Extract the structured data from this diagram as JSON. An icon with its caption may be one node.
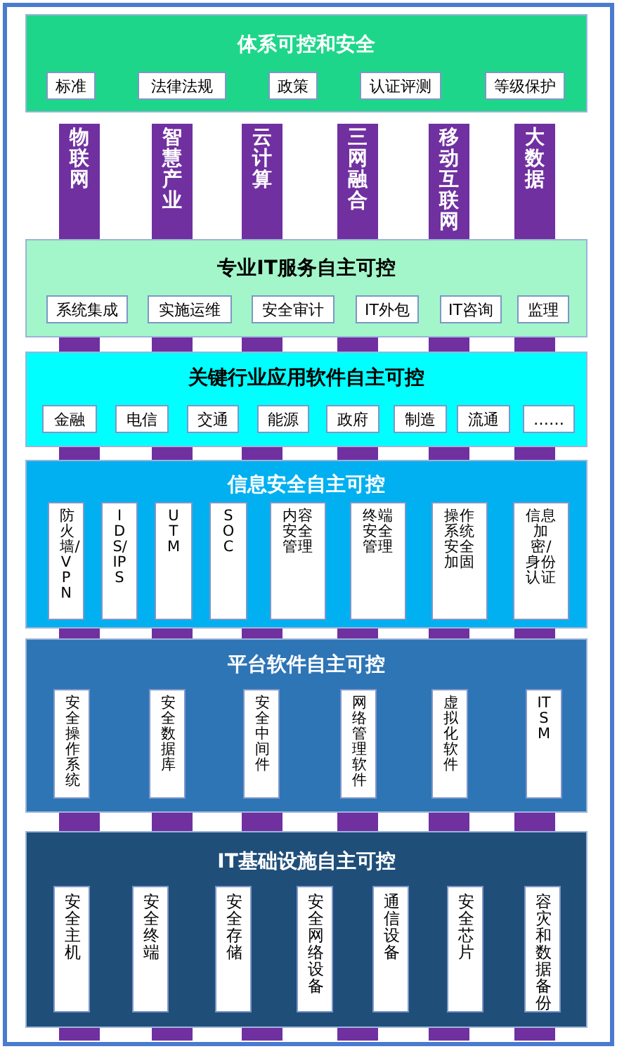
{
  "diagram": {
    "nodes": [
      {
        "text": [
          "体系可控和安全"
        ]
      },
      {
        "text": [
          "标准"
        ],
        "in": 0
      },
      {
        "text": [
          "法律法规"
        ],
        "in": 0
      },
      {
        "text": [
          "政策"
        ],
        "in": 0
      },
      {
        "text": [
          "认证评测"
        ],
        "in": 0
      },
      {
        "text": [
          "等级保护"
        ],
        "in": 0
      },
      {
        "text": [
          "物联网"
        ]
      },
      {
        "text": [
          "智慧产业"
        ]
      },
      {
        "text": [
          "云计算"
        ]
      },
      {
        "text": [
          "三网融合"
        ]
      },
      {
        "text": [
          "移动互联网"
        ]
      },
      {
        "text": [
          "大数据"
        ]
      },
      {
        "text": [
          "专业IT服务自主可控"
        ]
      },
      {
        "text": [
          "系统集成"
        ],
        "in": 12
      },
      {
        "text": [
          "实施运维"
        ],
        "in": 12
      },
      {
        "text": [
          "安全审计"
        ],
        "in": 12
      },
      {
        "text": [
          "IT外包"
        ],
        "in": 12
      },
      {
        "text": [
          "IT咨询"
        ],
        "in": 12
      },
      {
        "text": [
          "监理"
        ],
        "in": 12
      },
      {
        "text": [
          "关键行业应用软件自主可控"
        ]
      },
      {
        "text": [
          "金融"
        ],
        "in": 19
      },
      {
        "text": [
          "电信"
        ],
        "in": 19
      },
      {
        "text": [
          "交通"
        ],
        "in": 19
      },
      {
        "text": [
          "能源"
        ],
        "in": 19
      },
      {
        "text": [
          "政府"
        ],
        "in": 19
      },
      {
        "text": [
          "制造"
        ],
        "in": 19
      },
      {
        "text": [
          "流通"
        ],
        "in": 19
      },
      {
        "text": [
          "……"
        ],
        "in": 19
      },
      {
        "text": [
          "信息安全自主可控"
        ]
      },
      {
        "text": [
          "防火墙/VPN"
        ],
        "in": 28
      },
      {
        "text": [
          "IDS/IPS"
        ],
        "in": 28
      },
      {
        "text": [
          "UTM"
        ],
        "in": 28
      },
      {
        "text": [
          "SOC"
        ],
        "in": 28
      },
      {
        "text": [
          "内容安全管理"
        ],
        "in": 28
      },
      {
        "text": [
          "终端安全管理"
        ],
        "in": 28
      },
      {
        "text": [
          "操作系统安全加固"
        ],
        "in": 28
      },
      {
        "text": [
          "信息加密/身份认证"
        ],
        "in": 28
      },
      {
        "text": [
          "平台软件自主可控"
        ]
      },
      {
        "text": [
          "安全操作系统"
        ],
        "in": 37
      },
      {
        "text": [
          "安全数据库"
        ],
        "in": 37
      },
      {
        "text": [
          "安全中间件"
        ],
        "in": 37
      },
      {
        "text": [
          "网络管理软件"
        ],
        "in": 37
      },
      {
        "text": [
          "虚拟化软件"
        ],
        "in": 37
      },
      {
        "text": [
          "ITSM"
        ],
        "in": 37
      },
      {
        "text": [
          "IT基础设施自主可控"
        ]
      },
      {
        "text": [
          "安全主机"
        ],
        "in": 44
      },
      {
        "text": [
          "安全终端"
        ],
        "in": 44
      },
      {
        "text": [
          "安全存储"
        ],
        "in": 44
      },
      {
        "text": [
          "安全网络设备"
        ],
        "in": 44
      },
      {
        "text": [
          "通信设备"
        ],
        "in": 44
      },
      {
        "text": [
          "安全芯片"
        ],
        "in": 44
      },
      {
        "text": [
          "容灾和数据备份"
        ],
        "in": 44
      }
    ]
  }
}
